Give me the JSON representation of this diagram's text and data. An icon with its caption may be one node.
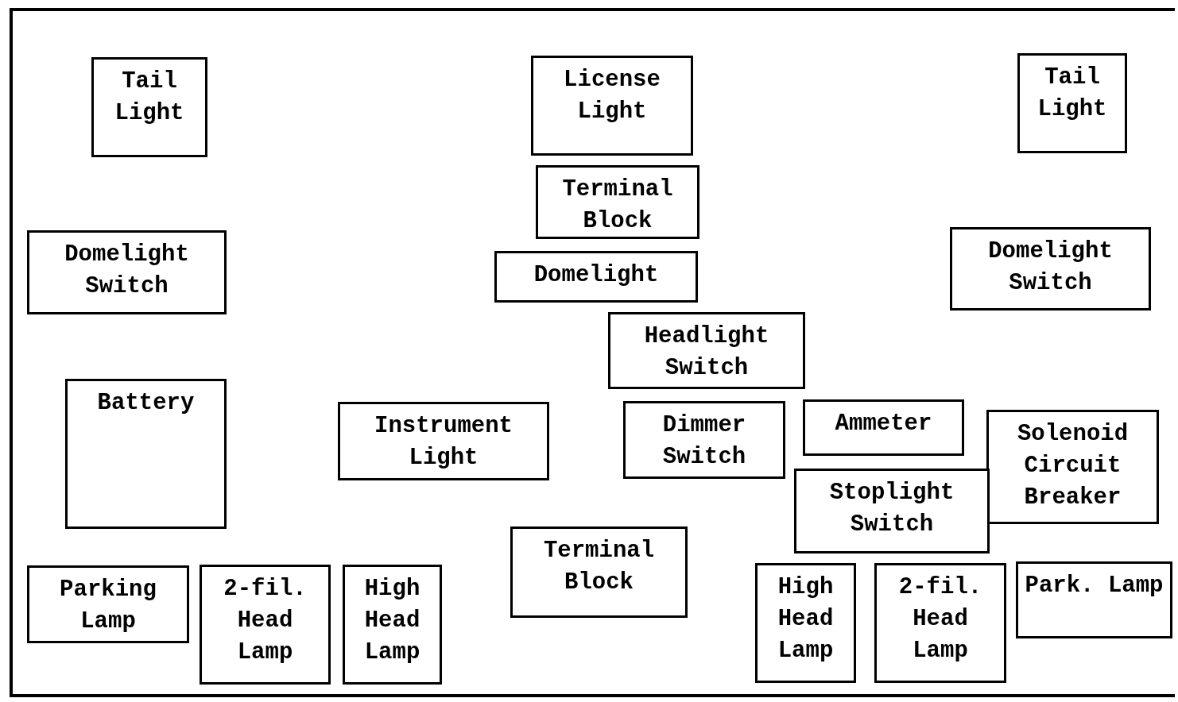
{
  "diagram": {
    "nodes": [
      {
        "text": [
          "Tail Light"
        ]
      },
      {
        "text": [
          "License Light"
        ]
      },
      {
        "text": [
          "Tail Light"
        ]
      },
      {
        "text": [
          "Terminal Block"
        ]
      },
      {
        "text": [
          "Domelight Switch"
        ]
      },
      {
        "text": [
          "Domelight"
        ]
      },
      {
        "text": [
          "Domelight Switch"
        ]
      },
      {
        "text": [
          "Headlight Switch"
        ]
      },
      {
        "text": [
          "Battery"
        ]
      },
      {
        "text": [
          "Instrument Light"
        ]
      },
      {
        "text": [
          "Dimmer Switch"
        ]
      },
      {
        "text": [
          "Ammeter"
        ]
      },
      {
        "text": [
          "Solenoid Circuit Breaker"
        ]
      },
      {
        "text": [
          "Stoplight Switch"
        ]
      },
      {
        "text": [
          "Terminal Block"
        ]
      },
      {
        "text": [
          "Parking Lamp"
        ]
      },
      {
        "text": [
          "2-fil. Head Lamp"
        ]
      },
      {
        "text": [
          "High Head Lamp"
        ]
      },
      {
        "text": [
          "High Head Lamp"
        ]
      },
      {
        "text": [
          "2-fil. Head Lamp"
        ]
      },
      {
        "text": [
          "Park. Lamp"
        ]
      }
    ]
  }
}
